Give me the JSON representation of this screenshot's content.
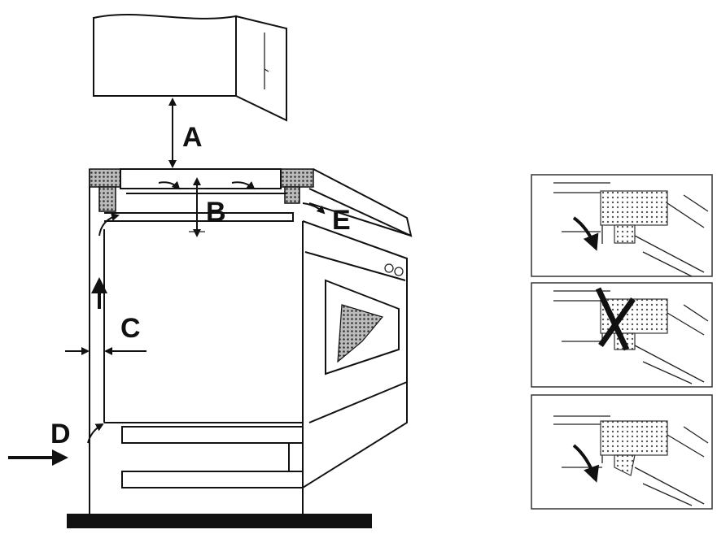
{
  "labels": {
    "a": "A",
    "b": "B",
    "c": "C",
    "d": "D",
    "e": "E"
  },
  "colors": {
    "line": "#111111",
    "background": "#ffffff",
    "texture": "#555555"
  },
  "detail_panels": [
    {
      "state": "correct",
      "mark": "arrow-icon"
    },
    {
      "state": "incorrect",
      "mark": "cross-icon"
    },
    {
      "state": "correct",
      "mark": "arrow-icon"
    }
  ]
}
